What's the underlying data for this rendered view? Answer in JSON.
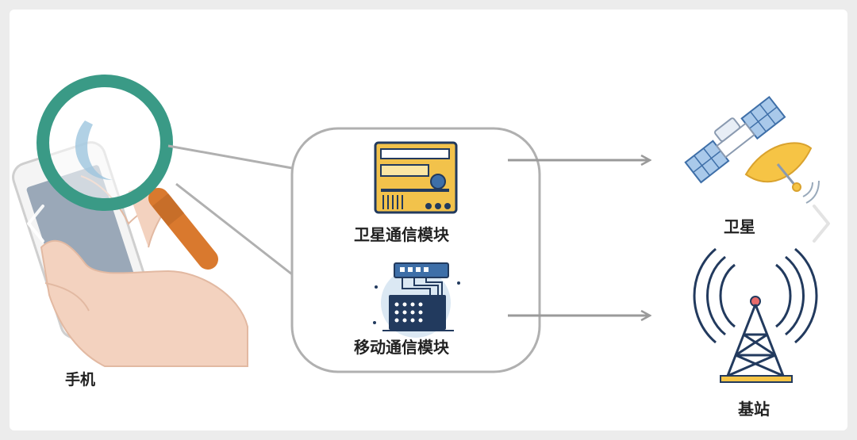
{
  "labels": {
    "phone": "手机",
    "satellite_module": "卫星通信模块",
    "mobile_module": "移动通信模块",
    "satellite": "卫星",
    "base_station": "基站"
  },
  "colors": {
    "magnifier_ring": "#3a9a86",
    "magnifier_handle": "#d9792e",
    "callout_border": "#b0b0b0",
    "arrow": "#9a9a9a",
    "module_panel": "#f2c24b",
    "module_dark": "#223a5e",
    "dish": "#f6c445",
    "solar_panel": "#a9c9ea",
    "tower": "#223a5e"
  },
  "icons": {
    "magnifier": "magnifier-icon",
    "phone": "phone-in-hand-icon",
    "satellite_module": "radio-panel-icon",
    "mobile_module": "network-device-icon",
    "satellite": "satellite-icon",
    "base_station": "cell-tower-icon",
    "nav_prev": "chevron-left-icon",
    "nav_next": "chevron-right-icon"
  }
}
